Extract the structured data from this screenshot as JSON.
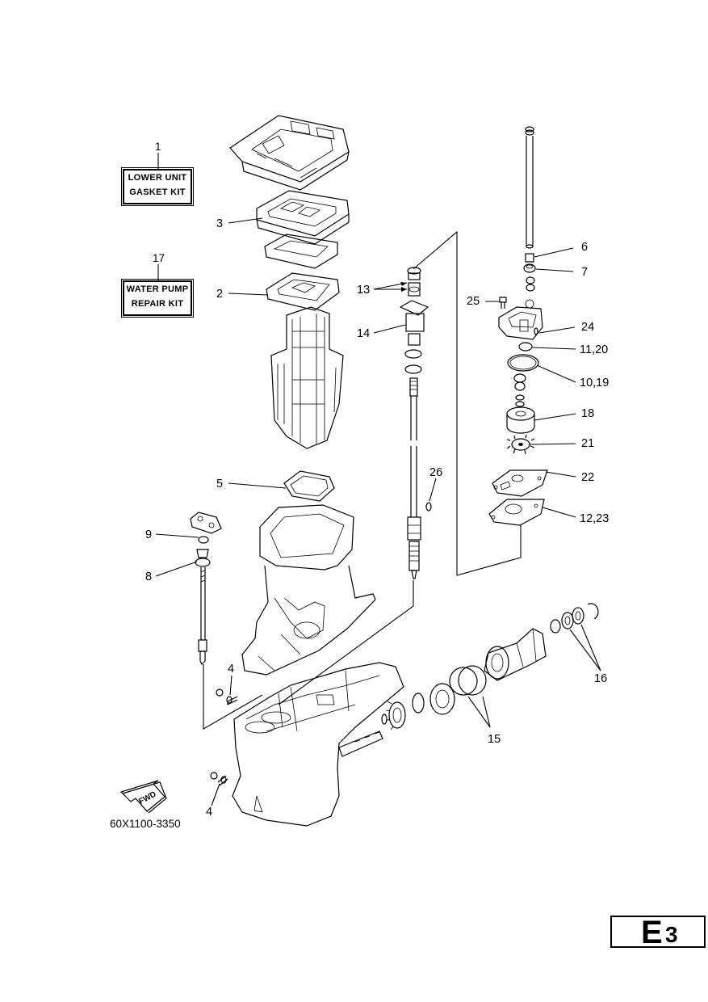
{
  "kits": {
    "gasket": {
      "number": "1",
      "line1": "LOWER UNIT",
      "line2": "GASKET KIT"
    },
    "pump": {
      "number": "17",
      "line1": "WATER PUMP",
      "line2": "REPAIR KIT"
    }
  },
  "callouts": {
    "c2": "2",
    "c3": "3",
    "c4a": "4",
    "c4b": "4",
    "c5": "5",
    "c6": "6",
    "c7": "7",
    "c8": "8",
    "c9": "9",
    "c10": "10,19",
    "c11": "11,20",
    "c12": "12,23",
    "c13": "13",
    "c14": "14",
    "c15": "15",
    "c16": "16",
    "c18": "18",
    "c21": "21",
    "c22": "22",
    "c24": "24",
    "c25": "25",
    "c26": "26"
  },
  "fwd_label": "FWD",
  "diagram_number": "60X1100-3350",
  "section": {
    "letter": "E",
    "number": "3"
  }
}
